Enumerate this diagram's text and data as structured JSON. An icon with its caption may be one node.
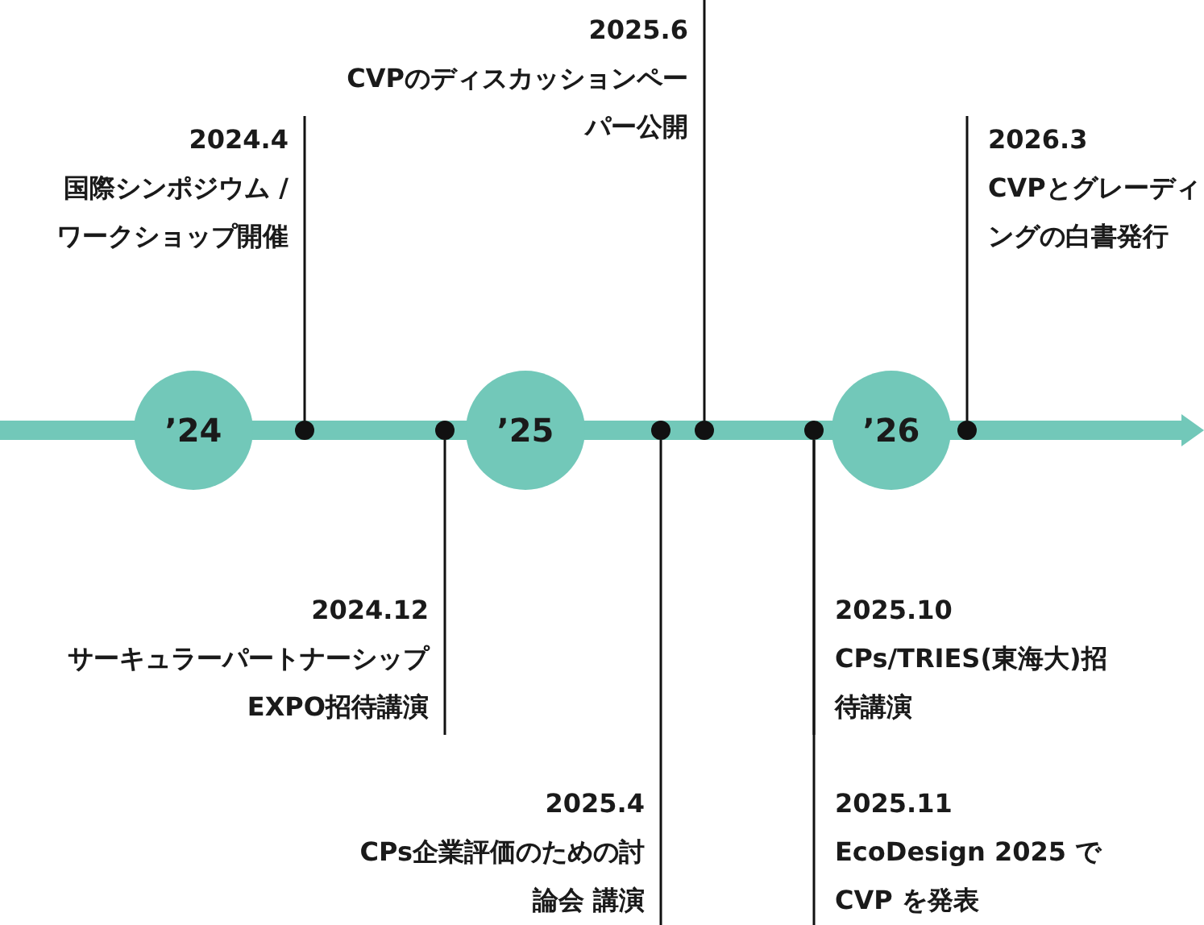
{
  "diagram": {
    "nodes": [
      {
        "text": [
          "’24"
        ]
      },
      {
        "text": [
          "’25"
        ]
      },
      {
        "text": [
          "’26"
        ]
      },
      {
        "text": [],
        "shape": "circle"
      },
      {
        "text": [],
        "shape": "circle"
      },
      {
        "text": [],
        "shape": "circle"
      },
      {
        "text": [],
        "shape": "circle"
      },
      {
        "text": [],
        "shape": "circle"
      },
      {
        "text": [],
        "shape": "circle"
      },
      {
        "text": [
          "2024.4",
          "国際シンポジウム /ワークショップ開催"
        ]
      },
      {
        "text": [
          "2025.6",
          "CVPのディスカッションペーパー公開"
        ]
      },
      {
        "text": [
          "2026.3",
          "CVPとグレーディングの白書発行"
        ]
      },
      {
        "text": [
          "2024.12",
          "サーキュラーパートナーシップEXPO招待講演"
        ]
      },
      {
        "text": [
          "2025.4",
          "CPs企業評価のための討論会 講演"
        ]
      },
      {
        "text": [
          "2025.10",
          "CPs/TRIES(東海大)招待講演"
        ]
      },
      {
        "text": [
          "2025.11",
          "EcoDesign 2025 でCVP を発表"
        ]
      }
    ],
    "edges": [
      {
        "from": 9,
        "to": 3,
        "arrow": "none"
      },
      {
        "from": 10,
        "to": 6,
        "arrow": "none"
      },
      {
        "from": 11,
        "to": 8,
        "arrow": "none"
      },
      {
        "from": 12,
        "to": 4,
        "arrow": "none"
      },
      {
        "from": 13,
        "to": 5,
        "arrow": "none"
      },
      {
        "from": 14,
        "to": 7,
        "arrow": "none"
      },
      {
        "from": 15,
        "to": 7,
        "arrow": "none"
      }
    ]
  }
}
